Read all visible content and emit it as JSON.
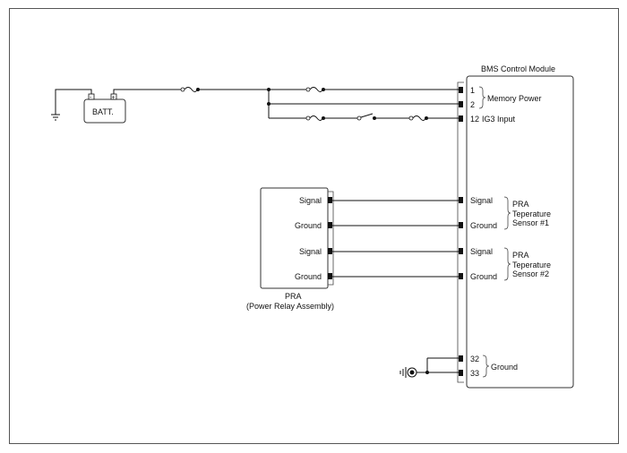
{
  "module": {
    "title": "BMS Control Module",
    "pins": {
      "p1": "1",
      "p2": "2",
      "p12": "12",
      "p32": "32",
      "p33": "33"
    },
    "labels": {
      "ig3_input": "IG3 Input",
      "memory_power": "Memory Power",
      "ground": "Ground",
      "signal_a": "Signal",
      "ground_a": "Ground",
      "signal_b": "Signal",
      "ground_b": "Ground"
    },
    "sensor1": [
      "PRA",
      "Teperature",
      "Sensor #1"
    ],
    "sensor2": [
      "PRA",
      "Teperature",
      "Sensor #2"
    ]
  },
  "battery": {
    "label": "BATT.",
    "neg": "-",
    "pos": "+"
  },
  "pra": {
    "name": "PRA",
    "full_name": "(Power Relay Assembly)",
    "pins": {
      "signal_a": "Signal",
      "ground_a": "Ground",
      "signal_b": "Signal",
      "ground_b": "Ground"
    }
  }
}
